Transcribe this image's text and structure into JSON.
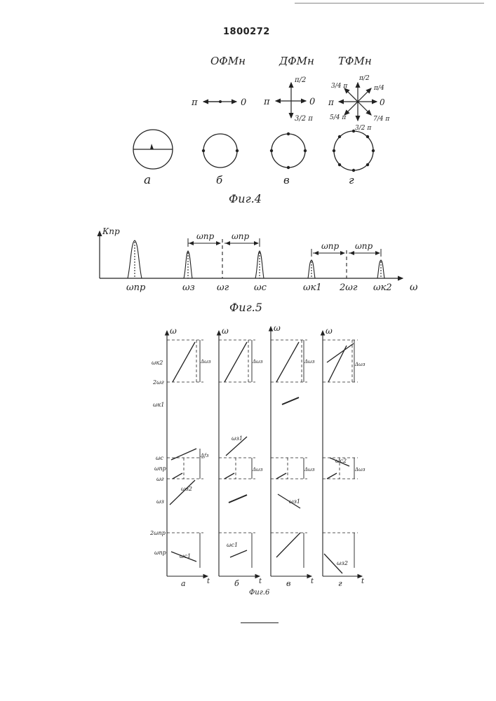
{
  "document_number": "1800272",
  "fig4": {
    "caption": "Фиг.4",
    "modulation_titles": [
      "ОФМн",
      "ДФМн",
      "ТФМн"
    ],
    "ofm_labels": [
      "π",
      "0"
    ],
    "dfm_labels": [
      "π",
      "0",
      "π/2",
      "3/2 π"
    ],
    "tfm_labels": [
      "π",
      "0",
      "π/2",
      "π/4",
      "3/4 π",
      "5/4 π",
      "3/2 π",
      "7/4 π"
    ],
    "circle_labels": [
      "а",
      "б",
      "в",
      "г"
    ]
  },
  "fig5": {
    "caption": "Фиг.5",
    "y_axis_label": "Кпр",
    "x_axis_label": "ω",
    "tick_labels": [
      "ωпр",
      "ωз",
      "ωг",
      "ωс",
      "ωк1",
      "2ωг",
      "ωк2"
    ],
    "span_labels": [
      "ωпр",
      "ωпр",
      "ωпр",
      "ωпр"
    ]
  },
  "fig6": {
    "caption": "Фиг.6",
    "panel_labels": [
      "а",
      "б",
      "в",
      "г"
    ],
    "axis_y": "ω",
    "axis_x": "t",
    "left_axis_labels": [
      "ωк2",
      "2ωг",
      "ωк1",
      "ωс",
      "ωпр",
      "ωг",
      "ωз",
      "2ωпр",
      "ωпр"
    ],
    "curve_labels": [
      "ωз2",
      "ωс1",
      "ωз1",
      "ωс1",
      "ωз1",
      "ωс2",
      "ωз2"
    ],
    "delta_labels": [
      "Δωз",
      "Δωз",
      "Δωз",
      "Δωз",
      "Δfз",
      "Δωз",
      "Δωз",
      "Δωз"
    ]
  }
}
